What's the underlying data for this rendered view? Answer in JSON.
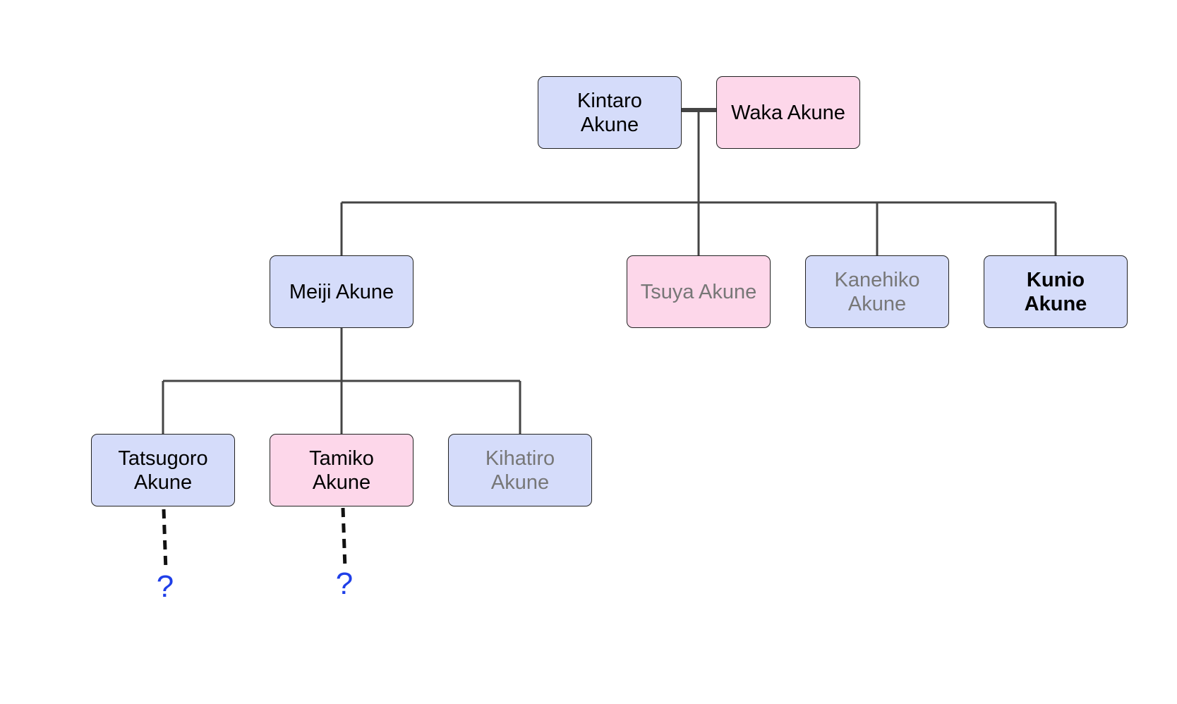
{
  "colors": {
    "male_fill": "#d5dcfa",
    "female_fill": "#fdd7ea",
    "line": "#444444",
    "muted_text": "#777777",
    "unknown_mark": "#1f3fe8"
  },
  "people": {
    "kintaro": "Kintaro Akune",
    "waka": "Waka Akune",
    "meiji": "Meiji Akune",
    "tsuya": "Tsuya Akune",
    "kanehiko": "Kanehiko Akune",
    "kunio": "Kunio Akune",
    "tatsugoro": "Tatsugoro Akune",
    "tamiko": "Tamiko Akune",
    "kihatiro": "Kihatiro Akune"
  },
  "unknown_descendants": {
    "tatsugoro": "?",
    "tamiko": "?"
  }
}
